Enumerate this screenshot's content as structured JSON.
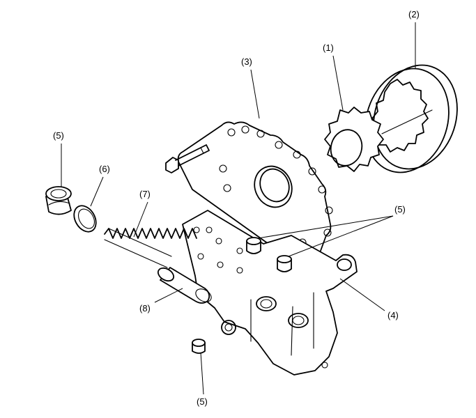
{
  "callouts": {
    "gear_outer": "(2)",
    "gear_inner": "(1)",
    "pump_cover": "(3)",
    "pump_body": "(4)",
    "dowel_pins": "(5)",
    "plug": "(5)",
    "washer": "(6)",
    "spring": "(7)",
    "relief_valve": "(8)",
    "bottom_pin": "(5)"
  }
}
